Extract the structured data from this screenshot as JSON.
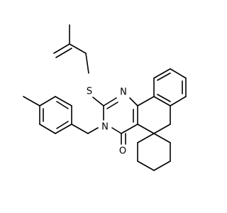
{
  "molecule": {
    "atoms": {
      "sulfur": "S",
      "n1": "N",
      "n3": "N",
      "carbonyl_oxygen": "O"
    }
  },
  "colors": {
    "background": "#ffffff",
    "bond": "#000000",
    "label": "#000000"
  }
}
